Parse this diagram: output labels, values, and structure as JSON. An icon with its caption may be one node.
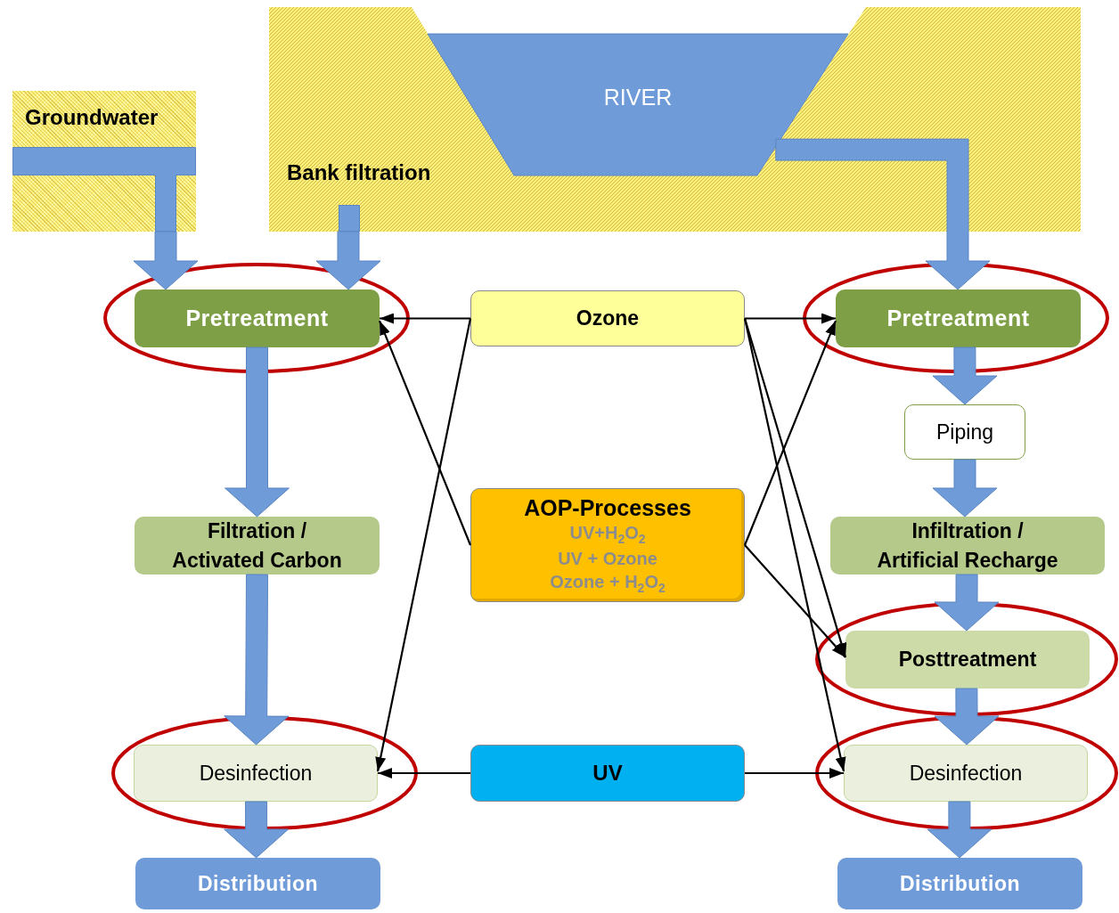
{
  "diagram": {
    "nodes": [
      {
        "text": [
          "Groundwater"
        ]
      },
      {
        "text": [
          "Bank filtration"
        ]
      },
      {
        "text": [
          "RIVER"
        ]
      },
      {
        "text": [
          "Pretreatment"
        ]
      },
      {
        "text": [
          "Ozone"
        ]
      },
      {
        "text": [
          "Pretreatment"
        ]
      },
      {
        "text": [
          "Piping"
        ]
      },
      {
        "text": [
          "Filtration / Activated Carbon"
        ]
      },
      {
        "text": [
          "AOP-Processes",
          "UV+H$_{2}$O$_{2}$",
          "UV + Ozone",
          "Ozone + H$_{2}$O$_{2}$"
        ]
      },
      {
        "text": [
          "Infiltration / Artificial Recharge"
        ]
      },
      {
        "text": [
          "Posttreatment"
        ]
      },
      {
        "text": [
          "Desinfection"
        ]
      },
      {
        "text": [
          "UV"
        ]
      },
      {
        "text": [
          "Desinfection"
        ]
      },
      {
        "text": [
          "Distribution"
        ]
      },
      {
        "text": [
          "Distribution"
        ]
      }
    ],
    "edges": [
      {
        "from": 0,
        "to": 3,
        "arrow": "to",
        "style": "thick",
        "color": "#6f9bd8"
      },
      {
        "from": 1,
        "to": 3,
        "arrow": "to",
        "style": "thick",
        "color": "#6f9bd8"
      },
      {
        "from": 2,
        "to": 5,
        "arrow": "to",
        "style": "thick",
        "color": "#6f9bd8"
      },
      {
        "from": 3,
        "to": 7,
        "arrow": "to",
        "style": "thick",
        "color": "#6f9bd8"
      },
      {
        "from": 7,
        "to": 11,
        "arrow": "to",
        "style": "thick",
        "color": "#6f9bd8"
      },
      {
        "from": 11,
        "to": 14,
        "arrow": "to",
        "style": "thick",
        "color": "#6f9bd8"
      },
      {
        "from": 5,
        "to": 6,
        "arrow": "to",
        "style": "thick",
        "color": "#6f9bd8"
      },
      {
        "from": 6,
        "to": 9,
        "arrow": "to",
        "style": "thick",
        "color": "#6f9bd8"
      },
      {
        "from": 9,
        "to": 10,
        "arrow": "to",
        "style": "thick",
        "color": "#6f9bd8"
      },
      {
        "from": 10,
        "to": 13,
        "arrow": "to",
        "style": "thick",
        "color": "#6f9bd8"
      },
      {
        "from": 13,
        "to": 15,
        "arrow": "to",
        "style": "thick",
        "color": "#6f9bd8"
      },
      {
        "from": 4,
        "to": 3,
        "arrow": "to"
      },
      {
        "from": 4,
        "to": 5,
        "arrow": "to"
      },
      {
        "from": 4,
        "to": 11,
        "arrow": "to"
      },
      {
        "from": 4,
        "to": 10,
        "arrow": "to"
      },
      {
        "from": 4,
        "to": 13,
        "arrow": "to"
      },
      {
        "from": 8,
        "to": 3,
        "arrow": "to"
      },
      {
        "from": 8,
        "to": 5,
        "arrow": "to"
      },
      {
        "from": 8,
        "to": 10,
        "arrow": "to"
      },
      {
        "from": 12,
        "to": 11,
        "arrow": "to"
      },
      {
        "from": 12,
        "to": 13,
        "arrow": "to"
      }
    ]
  }
}
